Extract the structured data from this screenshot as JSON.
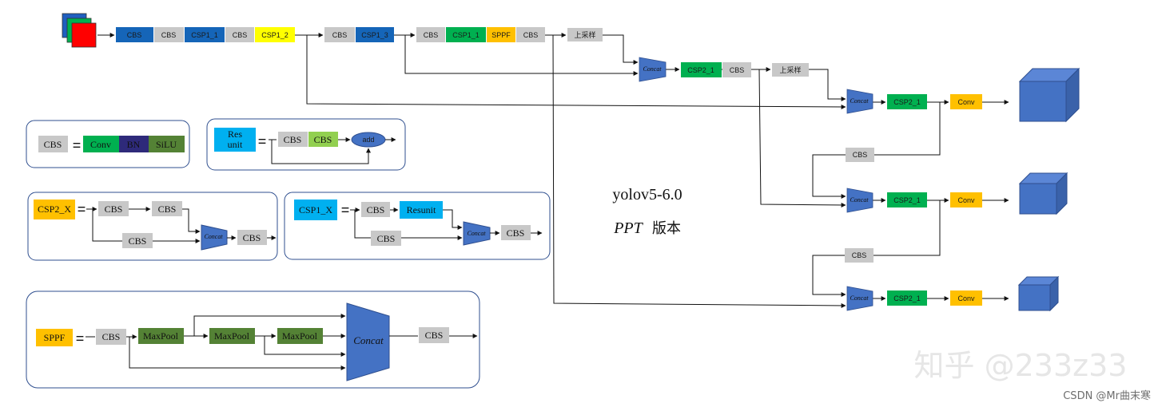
{
  "title": {
    "line1": "yolov5-6.0",
    "line2_ppt": "PPT",
    "line2_cn": "版本"
  },
  "watermark": {
    "zhihu": "知乎 @233z33",
    "csdn": "CSDN @Mr曲末寒"
  },
  "labels": {
    "cbs": "CBS",
    "csp1_1": "CSP1_1",
    "csp1_2": "CSP1_2",
    "csp1_3": "CSP1_3",
    "sppf": "SPPF",
    "upsample": "上采样",
    "concat": "Concat",
    "csp2_1": "CSP2_1",
    "conv_head": "Conv",
    "conv": "Conv",
    "bn": "BN",
    "silu": "SiLU",
    "res_unit_1": "Res",
    "res_unit_2": "unit",
    "add": "add",
    "csp2_x": "CSP2_X",
    "csp1_x": "CSP1_X",
    "resunit": "Resunit",
    "maxpool": "MaxPool",
    "eq": "="
  },
  "colors": {
    "blue_dark": "#1565b8",
    "gray": "#c8c8c8",
    "yellow": "#ffff00",
    "green": "#00b050",
    "orange": "#ffc000",
    "olive": "#548235",
    "navy": "#2e2a7a",
    "light_green": "#92d050",
    "cyan": "#00b0f0",
    "trap": "#4472c4",
    "cube": "#4472c4",
    "outline": "#2f4f8f"
  }
}
